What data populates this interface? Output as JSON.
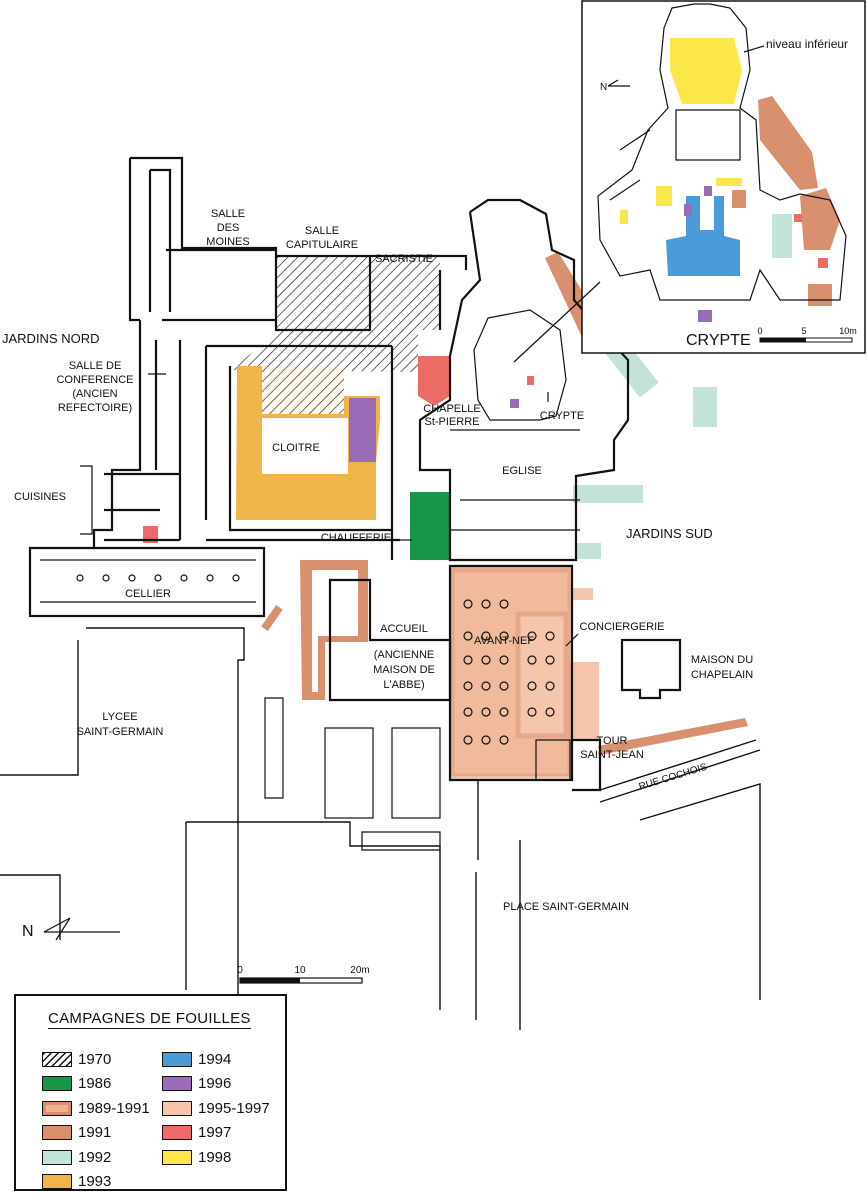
{
  "map": {
    "labels": {
      "salle_des_moines": [
        "SALLE",
        "DES",
        "MOINES"
      ],
      "salle_capitulaire": [
        "SALLE",
        "CAPITULAIRE"
      ],
      "sacristie": "SACRISTIE",
      "jardins_nord": "JARDINS NORD",
      "salle_de_conference": [
        "SALLE DE",
        "CONFERENCE",
        "(ANCIEN",
        "REFECTOIRE)"
      ],
      "cuisines": "CUISINES",
      "cellier": "CELLIER",
      "cloitre": "CLOITRE",
      "chapelle": [
        "CHAPELLE",
        "St-PIERRE"
      ],
      "crypte_main": "CRYPTE",
      "eglise": "EGLISE",
      "jardins_sud": "JARDINS SUD",
      "chaufferie": "CHAUFFERIE",
      "accueil": [
        "ACCUEIL",
        "(ANCIENNE",
        "MAISON DE",
        "L'ABBE)"
      ],
      "avant_nef": "AVANT-NEF",
      "conciergerie": "CONCIERGERIE",
      "maison_du_chapelain": [
        "MAISON DU",
        "CHAPELAIN"
      ],
      "tour_saint_jean": [
        "TOUR",
        "SAINT-JEAN"
      ],
      "rue_cochois": "RUE COCHOIS",
      "lycee": [
        "LYCEE",
        "SAINT-GERMAIN"
      ],
      "place": "PLACE SAINT-GERMAIN",
      "north": "N",
      "scale": [
        "0",
        "10",
        "20m"
      ]
    },
    "inset": {
      "title": "CRYPTE",
      "niveau": "niveau inférieur",
      "north": "N",
      "scale": [
        "0",
        "5",
        "10m"
      ]
    }
  },
  "legend": {
    "title": "CAMPAGNES DE FOUILLES",
    "items": [
      {
        "label": "1970",
        "color": "hatch"
      },
      {
        "label": "1986",
        "color": "#17964a"
      },
      {
        "label": "1989-1991",
        "color": "#f2b190",
        "style": "outline-fill"
      },
      {
        "label": "1991",
        "color": "#d9906e"
      },
      {
        "label": "1992",
        "color": "#c3e3d9"
      },
      {
        "label": "1993",
        "color": "#f0b54a"
      },
      {
        "label": "1994",
        "color": "#4a9bd8"
      },
      {
        "label": "1996",
        "color": "#9a6cb8"
      },
      {
        "label": "1995-1997",
        "color": "#f6c6ac"
      },
      {
        "label": "1997",
        "color": "#ec6b64"
      },
      {
        "label": "1998",
        "color": "#fbe74a"
      }
    ]
  }
}
